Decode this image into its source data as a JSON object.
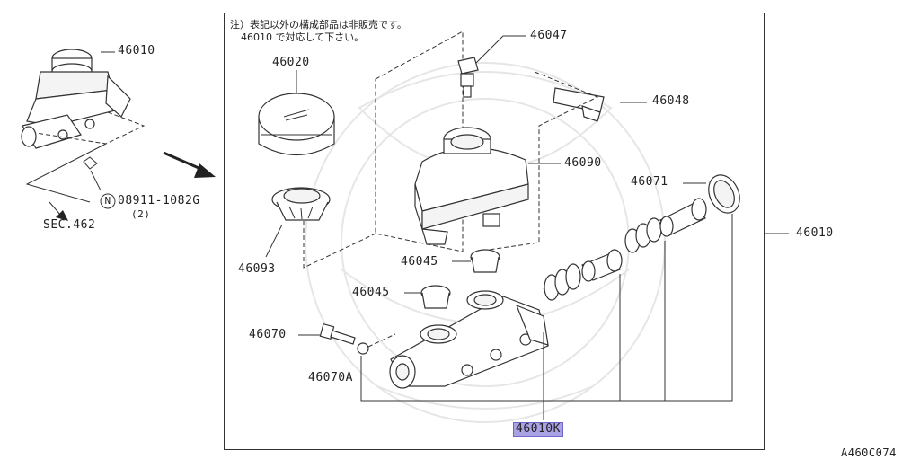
{
  "note": {
    "line1": "注）表記以外の構成部品は非販売です。",
    "line2": "46010 で対応して下さい。"
  },
  "labels": {
    "assembly_top": "46010",
    "assembly_right": "46010",
    "cap": "46020",
    "filter": "46093",
    "bolt": "46047",
    "sensor": "46048",
    "reservoir": "46090",
    "grommet_upper": "46045",
    "grommet_lower": "46045",
    "seal_ring": "46071",
    "bolt_lower": "46070",
    "washer": "46070A",
    "kit": "46010K",
    "nut": "08911-1082G",
    "nut_qty": "(2)",
    "nut_symbol": "N",
    "section_ref": "SEC.462",
    "figure_code": "A460C074"
  }
}
